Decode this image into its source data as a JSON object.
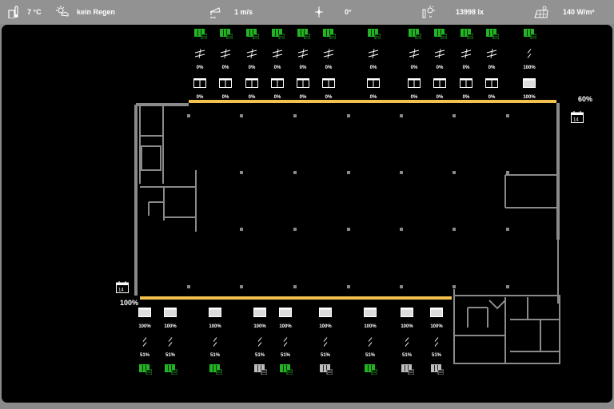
{
  "weather": {
    "temperature": "7 °C",
    "rain": "kein Regen",
    "wind_speed": "1 m/s",
    "wind_direction": "0°",
    "brightness": "13998 lx",
    "radiation": "140 W/m²"
  },
  "icons": {
    "temperature": "thermometer-icon",
    "rain": "rain-cloud-icon",
    "wind_speed": "anemometer-icon",
    "wind_direction": "wind-direction-icon",
    "brightness": "brightness-icon",
    "radiation": "solar-panel-icon"
  },
  "colors": {
    "active_green": "#22b422",
    "inactive_gray": "#bdbdbd",
    "sun_band": "#f2c14e",
    "wall": "#8a8a8a"
  },
  "north_facade": {
    "group_value": "60%",
    "units": [
      {
        "tilt": "0%",
        "position": "0%",
        "active": true,
        "status": "closed"
      },
      {
        "tilt": "0%",
        "position": "0%",
        "active": true,
        "status": "closed"
      },
      {
        "tilt": "0%",
        "position": "0%",
        "active": true,
        "status": "closed"
      },
      {
        "tilt": "0%",
        "position": "0%",
        "active": true,
        "status": "closed"
      },
      {
        "tilt": "0%",
        "position": "0%",
        "active": true,
        "status": "closed"
      },
      {
        "tilt": "0%",
        "position": "0%",
        "active": true,
        "status": "closed"
      },
      {
        "tilt": "0%",
        "position": "0%",
        "active": true,
        "status": "closed"
      },
      {
        "tilt": "0%",
        "position": "0%",
        "active": true,
        "status": "closed"
      },
      {
        "tilt": "0%",
        "position": "0%",
        "active": true,
        "status": "closed"
      },
      {
        "tilt": "0%",
        "position": "0%",
        "active": true,
        "status": "closed"
      },
      {
        "tilt": "0%",
        "position": "0%",
        "active": true,
        "status": "closed"
      },
      {
        "tilt": "100%",
        "position": "100%",
        "active": true,
        "status": "open"
      }
    ]
  },
  "south_facade": {
    "group_value": "100%",
    "units": [
      {
        "position": "100%",
        "tilt": "51%",
        "active": true
      },
      {
        "position": "100%",
        "tilt": "51%",
        "active": true
      },
      {
        "position": "100%",
        "tilt": "51%",
        "active": true
      },
      {
        "position": "100%",
        "tilt": "51%",
        "active": false
      },
      {
        "position": "100%",
        "tilt": "51%",
        "active": true
      },
      {
        "position": "100%",
        "tilt": "51%",
        "active": false
      },
      {
        "position": "100%",
        "tilt": "51%",
        "active": true
      },
      {
        "position": "100%",
        "tilt": "51%",
        "active": false
      },
      {
        "position": "100%",
        "tilt": "51%",
        "active": false
      }
    ]
  },
  "calendar": {
    "north_day": "14",
    "south_day": "14"
  }
}
